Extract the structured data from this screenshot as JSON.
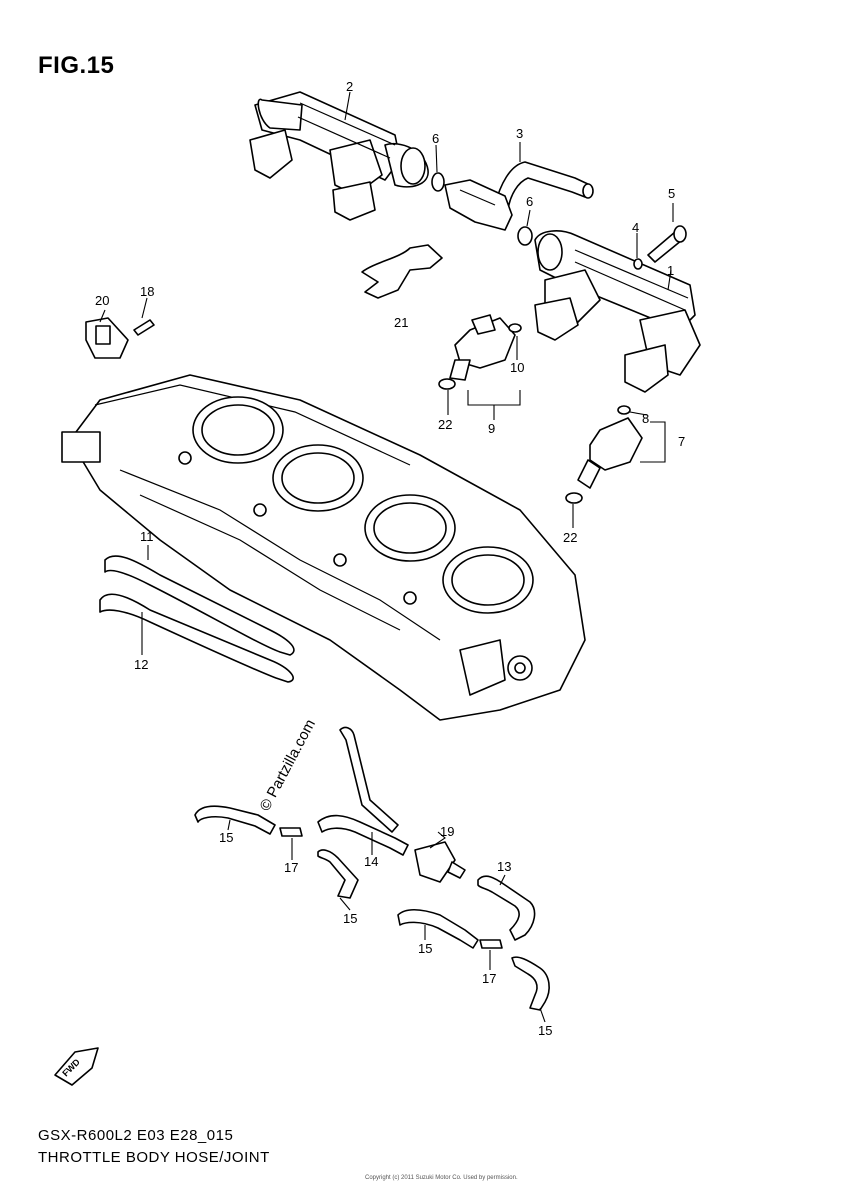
{
  "figure": {
    "title": "FIG.15"
  },
  "footer": {
    "code": "GSX-R600L2 E03 E28_015",
    "name": "THROTTLE BODY HOSE/JOINT",
    "copyright": "Copyright (c) 2011 Suzuki Motor Co. Used by permission."
  },
  "watermark": "© Partzilla.com",
  "fwd_badge": "FWD",
  "callouts": [
    "1",
    "2",
    "3",
    "4",
    "5",
    "6",
    "6",
    "7",
    "8",
    "9",
    "10",
    "11",
    "12",
    "13",
    "14",
    "15",
    "15",
    "15",
    "15",
    "17",
    "17",
    "18",
    "19",
    "20",
    "21",
    "22",
    "22"
  ]
}
